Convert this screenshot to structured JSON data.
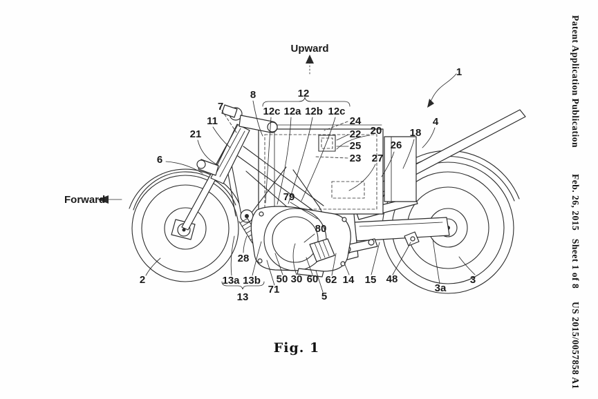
{
  "document": {
    "publication_type": "Patent Application Publication",
    "date_sheet": "Feb. 26, 2015   Sheet 1 of 8",
    "publication_number": "US 2015/0057858 A1"
  },
  "figure": {
    "caption": "Fig. 1",
    "direction_up": "Upward",
    "direction_forward": "Forward"
  },
  "refs": {
    "1": "1",
    "2": "2",
    "3": "3",
    "3a": "3a",
    "4": "4",
    "5": "5",
    "6": "6",
    "7": "7",
    "8": "8",
    "11": "11",
    "12": "12",
    "12a": "12a",
    "12b": "12b",
    "12c": "12c",
    "13": "13",
    "13a": "13a",
    "13b": "13b",
    "14": "14",
    "15": "15",
    "18": "18",
    "20": "20",
    "21": "21",
    "22": "22",
    "23": "23",
    "24": "24",
    "25": "25",
    "26": "26",
    "27": "27",
    "28": "28",
    "30": "30",
    "48": "48",
    "50": "50",
    "60": "60",
    "62": "62",
    "71": "71",
    "79": "79",
    "80": "80"
  }
}
